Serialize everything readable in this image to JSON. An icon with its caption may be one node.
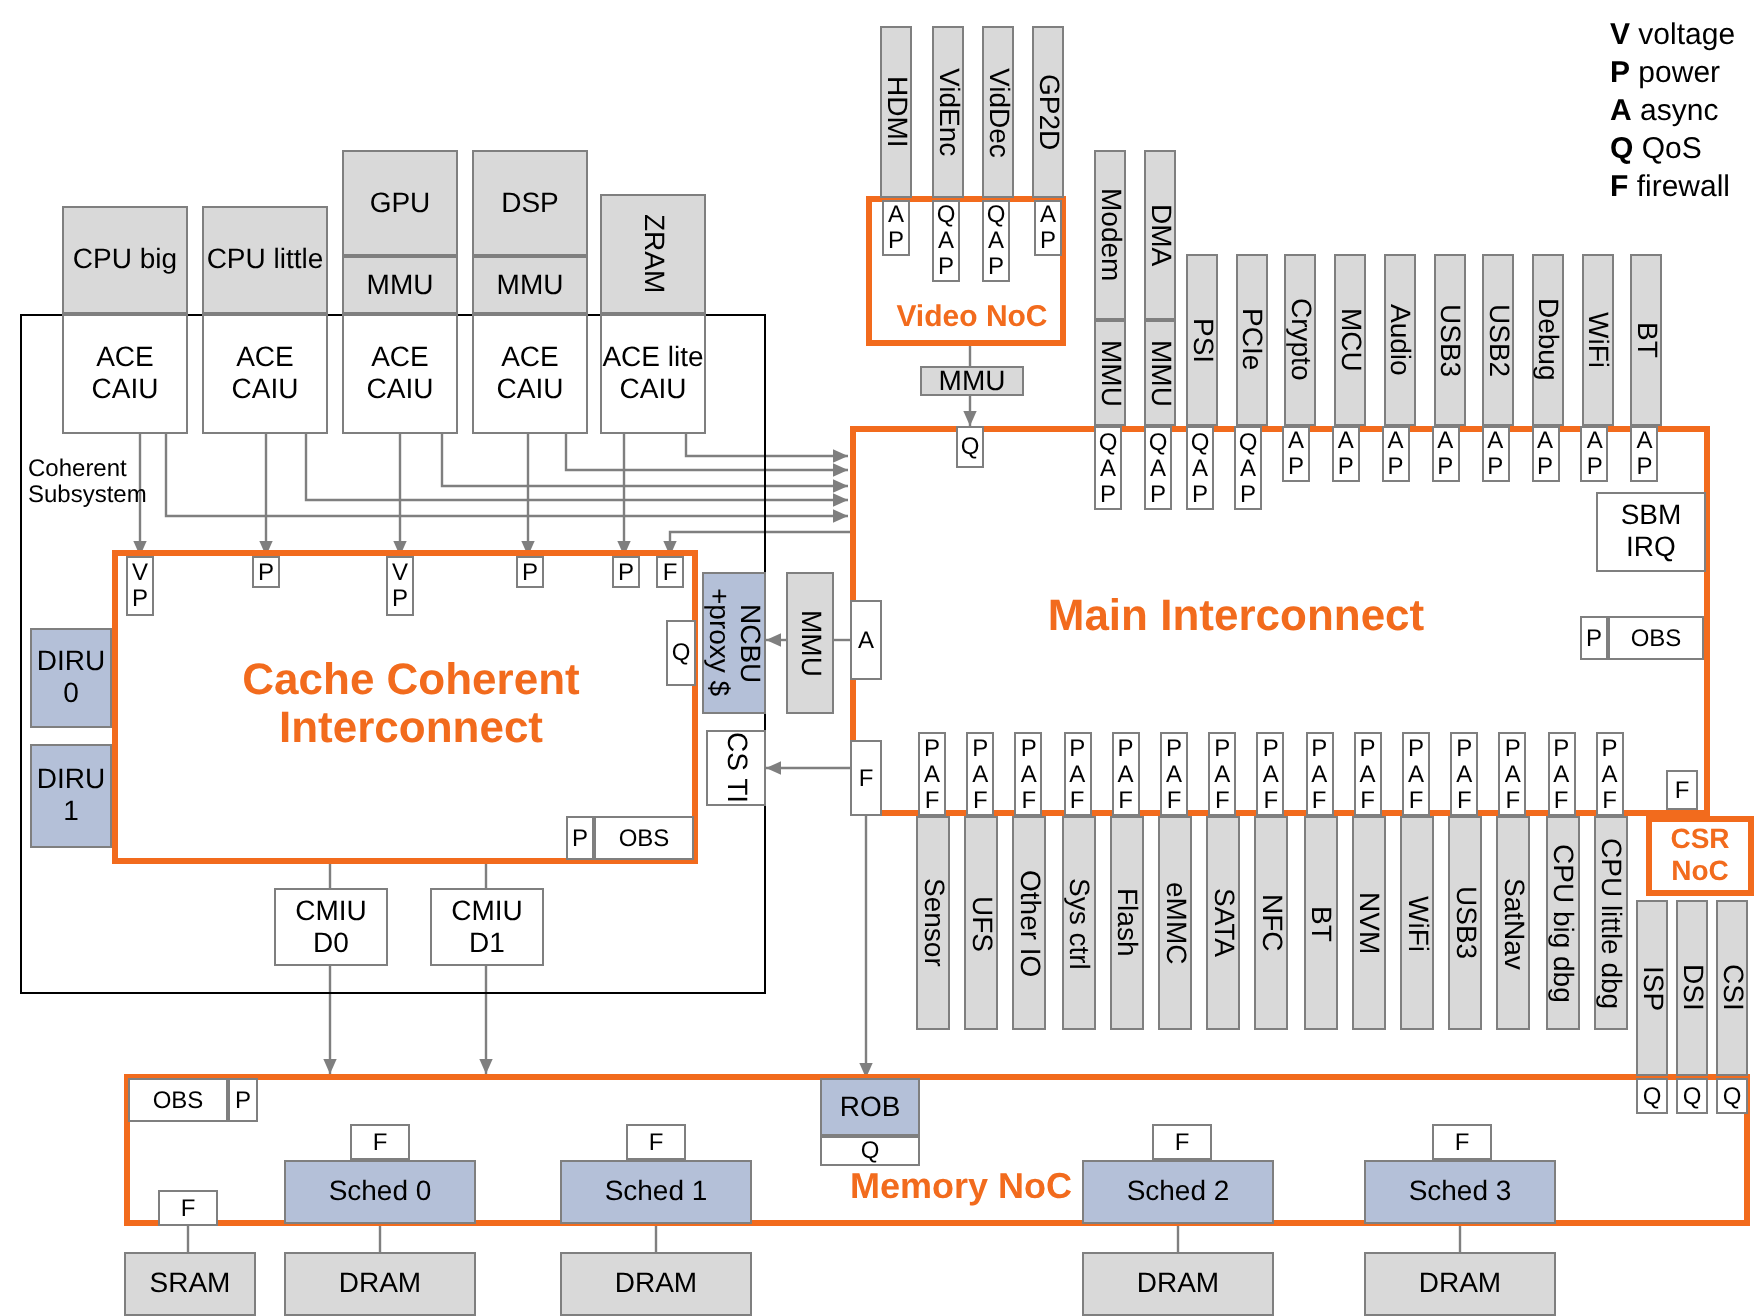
{
  "diagram": {
    "nodes": [
      {
        "text": [
          "Coherent Subsystem"
        ]
      },
      {
        "text": [
          "CPU big"
        ]
      },
      {
        "text": [
          "ACE CAIU"
        ],
        "in": 0
      },
      {
        "text": [
          "CPU little"
        ]
      },
      {
        "text": [
          "ACE CAIU"
        ],
        "in": 0
      },
      {
        "text": [
          "GPU"
        ]
      },
      {
        "text": [
          "MMU"
        ]
      },
      {
        "text": [
          "ACE CAIU"
        ],
        "in": 0
      },
      {
        "text": [
          "DSP"
        ]
      },
      {
        "text": [
          "MMU"
        ]
      },
      {
        "text": [
          "ACE CAIU"
        ],
        "in": 0
      },
      {
        "text": [
          "ZRAM"
        ]
      },
      {
        "text": [
          "ACE lite CAIU"
        ],
        "in": 0
      },
      {
        "text": [
          "Cache Coherent Interconnect"
        ],
        "in": 0
      },
      {
        "text": [
          "V P"
        ],
        "in": 13
      },
      {
        "text": [
          "P"
        ],
        "in": 13
      },
      {
        "text": [
          "V P"
        ],
        "in": 13
      },
      {
        "text": [
          "P"
        ],
        "in": 13
      },
      {
        "text": [
          "P"
        ],
        "in": 13
      },
      {
        "text": [
          "F"
        ],
        "in": 13
      },
      {
        "text": [
          "Q"
        ],
        "in": 13
      },
      {
        "text": [
          "P"
        ],
        "in": 13
      },
      {
        "text": [
          "OBS"
        ],
        "in": 13
      },
      {
        "text": [
          "DIRU 0"
        ],
        "in": 0
      },
      {
        "text": [
          "DIRU 1"
        ],
        "in": 0
      },
      {
        "text": [
          "NCBU +proxy $"
        ],
        "in": 0
      },
      {
        "text": [
          "CS TI"
        ],
        "in": 0
      },
      {
        "text": [
          "CMIU D0"
        ],
        "in": 0
      },
      {
        "text": [
          "CMIU D1"
        ],
        "in": 0
      },
      {
        "text": [
          "MMU"
        ]
      },
      {
        "text": [
          "HDMI"
        ]
      },
      {
        "text": [
          "VidEnc"
        ]
      },
      {
        "text": [
          "VidDec"
        ]
      },
      {
        "text": [
          "GP2D"
        ]
      },
      {
        "text": [
          "Video NoC"
        ]
      },
      {
        "text": [
          "A P"
        ],
        "in": 34
      },
      {
        "text": [
          "Q A P"
        ],
        "in": 34
      },
      {
        "text": [
          "Q A P"
        ],
        "in": 34
      },
      {
        "text": [
          "A P"
        ],
        "in": 34
      },
      {
        "text": [
          "MMU"
        ]
      },
      {
        "text": [
          "Modem"
        ]
      },
      {
        "text": [
          "MMU"
        ]
      },
      {
        "text": [
          "DMA"
        ]
      },
      {
        "text": [
          "MMU"
        ]
      },
      {
        "text": [
          "PSI"
        ]
      },
      {
        "text": [
          "PCIe"
        ]
      },
      {
        "text": [
          "Crypto"
        ]
      },
      {
        "text": [
          "MCU"
        ]
      },
      {
        "text": [
          "Audio"
        ]
      },
      {
        "text": [
          "USB3"
        ]
      },
      {
        "text": [
          "USB2"
        ]
      },
      {
        "text": [
          "Debug"
        ]
      },
      {
        "text": [
          "WiFi"
        ]
      },
      {
        "text": [
          "BT"
        ]
      },
      {
        "text": [
          "Main Interconnect"
        ]
      },
      {
        "text": [
          "Q"
        ],
        "in": 54
      },
      {
        "text": [
          "Q A P"
        ],
        "in": 54
      },
      {
        "text": [
          "Q A P"
        ],
        "in": 54
      },
      {
        "text": [
          "Q A P"
        ],
        "in": 54
      },
      {
        "text": [
          "Q A P"
        ],
        "in": 54
      },
      {
        "text": [
          "A P"
        ],
        "in": 54
      },
      {
        "text": [
          "A P"
        ],
        "in": 54
      },
      {
        "text": [
          "A P"
        ],
        "in": 54
      },
      {
        "text": [
          "A P"
        ],
        "in": 54
      },
      {
        "text": [
          "A P"
        ],
        "in": 54
      },
      {
        "text": [
          "A P"
        ],
        "in": 54
      },
      {
        "text": [
          "A P"
        ],
        "in": 54
      },
      {
        "text": [
          "A P"
        ],
        "in": 54
      },
      {
        "text": [
          "SBM IRQ"
        ],
        "in": 54
      },
      {
        "text": [
          "P"
        ],
        "in": 54
      },
      {
        "text": [
          "OBS"
        ],
        "in": 54
      },
      {
        "text": [
          "A"
        ],
        "in": 54
      },
      {
        "text": [
          "F"
        ],
        "in": 54
      },
      {
        "text": [
          "P A F"
        ],
        "in": 54
      },
      {
        "text": [
          "P A F"
        ],
        "in": 54
      },
      {
        "text": [
          "P A F"
        ],
        "in": 54
      },
      {
        "text": [
          "P A F"
        ],
        "in": 54
      },
      {
        "text": [
          "P A F"
        ],
        "in": 54
      },
      {
        "text": [
          "P A F"
        ],
        "in": 54
      },
      {
        "text": [
          "P A F"
        ],
        "in": 54
      },
      {
        "text": [
          "P A F"
        ],
        "in": 54
      },
      {
        "text": [
          "P A F"
        ],
        "in": 54
      },
      {
        "text": [
          "P A F"
        ],
        "in": 54
      },
      {
        "text": [
          "P A F"
        ],
        "in": 54
      },
      {
        "text": [
          "P A F"
        ],
        "in": 54
      },
      {
        "text": [
          "P A F"
        ],
        "in": 54
      },
      {
        "text": [
          "P A F"
        ],
        "in": 54
      },
      {
        "text": [
          "P A F"
        ],
        "in": 54
      },
      {
        "text": [
          "Sensor"
        ]
      },
      {
        "text": [
          "UFS"
        ]
      },
      {
        "text": [
          "Other IO"
        ]
      },
      {
        "text": [
          "Sys ctrl"
        ]
      },
      {
        "text": [
          "Flash"
        ]
      },
      {
        "text": [
          "eMMC"
        ]
      },
      {
        "text": [
          "SATA"
        ]
      },
      {
        "text": [
          "NFC"
        ]
      },
      {
        "text": [
          "BT"
        ]
      },
      {
        "text": [
          "NVM"
        ]
      },
      {
        "text": [
          "WiFi"
        ]
      },
      {
        "text": [
          "USB3"
        ]
      },
      {
        "text": [
          "SatNav"
        ]
      },
      {
        "text": [
          "CPU big dbg"
        ]
      },
      {
        "text": [
          "CPU little dbg"
        ]
      },
      {
        "text": [
          "F"
        ],
        "in": 54
      },
      {
        "text": [
          "CSR NoC"
        ]
      },
      {
        "text": [
          "ISP"
        ]
      },
      {
        "text": [
          "DSI"
        ]
      },
      {
        "text": [
          "CSI"
        ]
      },
      {
        "text": [
          "Memory NoC"
        ]
      },
      {
        "text": [
          "OBS"
        ],
        "in": 108
      },
      {
        "text": [
          "P"
        ],
        "in": 108
      },
      {
        "text": [
          "ROB"
        ],
        "in": 108
      },
      {
        "text": [
          "Q"
        ],
        "in": 108
      },
      {
        "text": [
          "Q"
        ],
        "in": 108
      },
      {
        "text": [
          "Q"
        ],
        "in": 108
      },
      {
        "text": [
          "Q"
        ],
        "in": 108
      },
      {
        "text": [
          "F"
        ],
        "in": 108
      },
      {
        "text": [
          "F"
        ],
        "in": 108
      },
      {
        "text": [
          "Sched 0"
        ],
        "in": 108
      },
      {
        "text": [
          "F"
        ],
        "in": 108
      },
      {
        "text": [
          "Sched 1"
        ],
        "in": 108
      },
      {
        "text": [
          "F"
        ],
        "in": 108
      },
      {
        "text": [
          "Sched 2"
        ],
        "in": 108
      },
      {
        "text": [
          "F"
        ],
        "in": 108
      },
      {
        "text": [
          "Sched 3"
        ],
        "in": 108
      },
      {
        "text": [
          "SRAM"
        ]
      },
      {
        "text": [
          "DRAM"
        ]
      },
      {
        "text": [
          "DRAM"
        ]
      },
      {
        "text": [
          "DRAM"
        ]
      },
      {
        "text": [
          "DRAM"
        ]
      }
    ],
    "edges": [
      {
        "from": 2,
        "to": 14,
        "arrow": "to"
      },
      {
        "from": 2,
        "to": 54,
        "arrow": "to"
      },
      {
        "from": 4,
        "to": 15,
        "arrow": "to"
      },
      {
        "from": 4,
        "to": 54,
        "arrow": "to"
      },
      {
        "from": 7,
        "to": 16,
        "arrow": "to"
      },
      {
        "from": 7,
        "to": 54,
        "arrow": "to"
      },
      {
        "from": 10,
        "to": 17,
        "arrow": "to"
      },
      {
        "from": 10,
        "to": 54,
        "arrow": "to"
      },
      {
        "from": 12,
        "to": 18,
        "arrow": "to"
      },
      {
        "from": 12,
        "to": 54,
        "arrow": "to"
      },
      {
        "from": 54,
        "to": 19,
        "arrow": "to"
      },
      {
        "from": 71,
        "to": 29,
        "arrow": "none"
      },
      {
        "from": 29,
        "to": 25,
        "arrow": "to"
      },
      {
        "from": 72,
        "to": 26,
        "arrow": "to"
      },
      {
        "from": 72,
        "to": 111,
        "arrow": "to"
      },
      {
        "from": 34,
        "to": 39,
        "arrow": "none"
      },
      {
        "from": 39,
        "to": 55,
        "arrow": "to"
      },
      {
        "from": 13,
        "to": 27,
        "arrow": "none"
      },
      {
        "from": 13,
        "to": 28,
        "arrow": "none"
      },
      {
        "from": 27,
        "to": 108,
        "arrow": "to"
      },
      {
        "from": 28,
        "to": 108,
        "arrow": "to"
      },
      {
        "from": 116,
        "to": 125,
        "arrow": "none"
      },
      {
        "from": 118,
        "to": 126,
        "arrow": "none"
      },
      {
        "from": 120,
        "to": 127,
        "arrow": "none"
      },
      {
        "from": 122,
        "to": 128,
        "arrow": "none"
      },
      {
        "from": 124,
        "to": 129,
        "arrow": "none"
      }
    ],
    "legend": [
      {
        "text": "V voltage"
      },
      {
        "text": "P power"
      },
      {
        "text": "A async"
      },
      {
        "text": "Q QoS"
      },
      {
        "text": "F firewall"
      }
    ]
  }
}
